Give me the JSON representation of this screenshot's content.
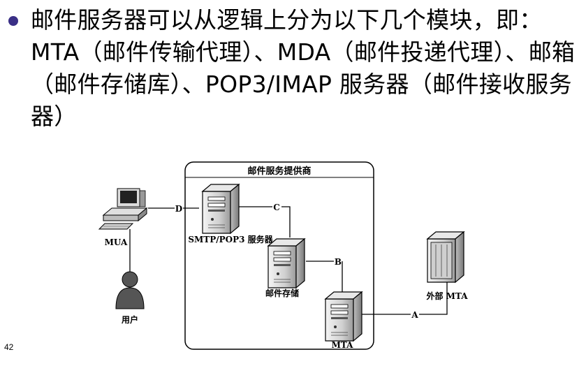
{
  "slide": {
    "bullet_text": "邮件服务器可以从逻辑上分为以下几个模块，即：MTA（邮件传输代理）、MDA（邮件投递代理）、邮箱（邮件存储库）、POP3/IMAP 服务器（邮件接收服务器）",
    "page_number": "42"
  },
  "diagram": {
    "provider_box_title": "邮件服务提供商",
    "mua_label": "MUA",
    "user_label": "用户",
    "smtp_server_label": "SMTP/POP3 服务器",
    "storage_label": "邮件存储",
    "mta_label": "MTA",
    "external_mta_label": "外部 MTA",
    "link_labels": {
      "a": "A",
      "b": "B",
      "c": "C",
      "d": "D"
    }
  },
  "colors": {
    "bullet": "#3a2f86",
    "line": "#000000",
    "server_face": "#d8d8d8"
  }
}
